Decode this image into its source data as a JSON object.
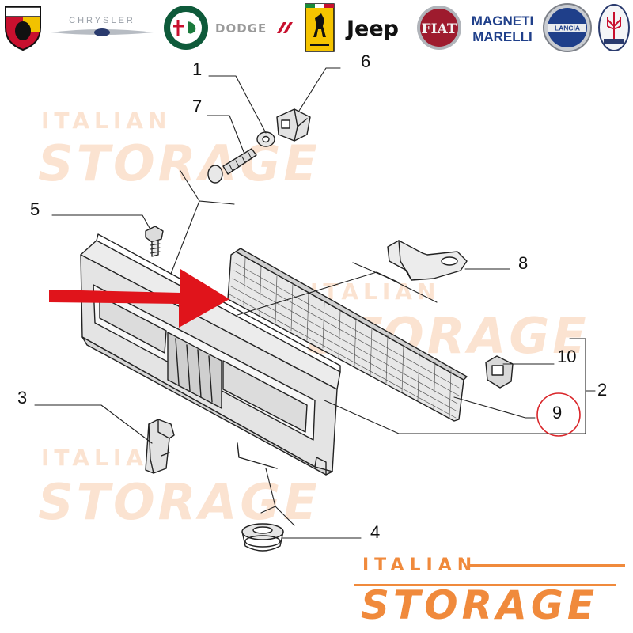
{
  "brands": [
    {
      "name": "ABARTH",
      "icon": "abarth-logo-icon"
    },
    {
      "name": "CHRYSLER",
      "icon": "chrysler-logo-icon"
    },
    {
      "name": "ALFA ROMEO",
      "icon": "alfa-romeo-logo-icon"
    },
    {
      "name": "DODGE",
      "icon": "dodge-logo-icon"
    },
    {
      "name": "Ferrari",
      "icon": "ferrari-logo-icon"
    },
    {
      "name": "Jeep",
      "icon": "jeep-logo-icon"
    },
    {
      "name": "FIAT",
      "icon": "fiat-logo-icon"
    },
    {
      "name": "MAGNETI MARELLI",
      "icon": "magneti-marelli-logo-icon"
    },
    {
      "name": "LANCIA",
      "icon": "lancia-logo-icon"
    },
    {
      "name": "MASERATI",
      "icon": "maserati-logo-icon"
    }
  ],
  "brand_text": {
    "chrysler": "CHRYSLER",
    "dodge": "DODGE",
    "jeep": "Jeep",
    "fiat": "FIAT",
    "magneti": "MAGNETI",
    "marelli": "MARELLI",
    "lancia": "LANCIA"
  },
  "callouts": {
    "c1": "1",
    "c2": "2",
    "c3": "3",
    "c4": "4",
    "c5": "5",
    "c6": "6",
    "c7": "7",
    "c8": "8",
    "c9": "9",
    "c10": "10"
  },
  "highlighted_part": "9",
  "watermark": {
    "line1": "ITALIAN",
    "line2": "STORAGE"
  },
  "colors": {
    "arrow": "#e0141b",
    "highlight_circle": "#d9262a",
    "watermark_orange": "#f08a3c",
    "watermark_faint": "#fbe3d1",
    "line": "#222222"
  }
}
